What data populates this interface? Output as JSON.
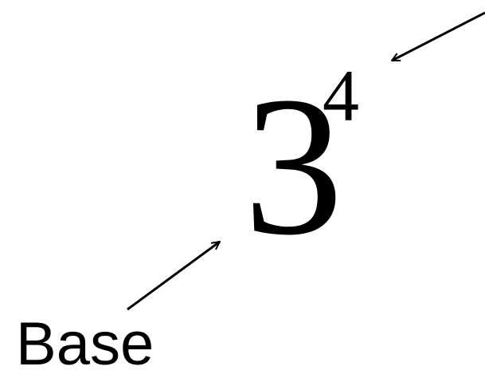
{
  "expression": {
    "base": "3",
    "exponent": "4"
  },
  "labels": {
    "base": "Base"
  },
  "colors": {
    "ink": "#000000",
    "background": "#ffffff"
  }
}
